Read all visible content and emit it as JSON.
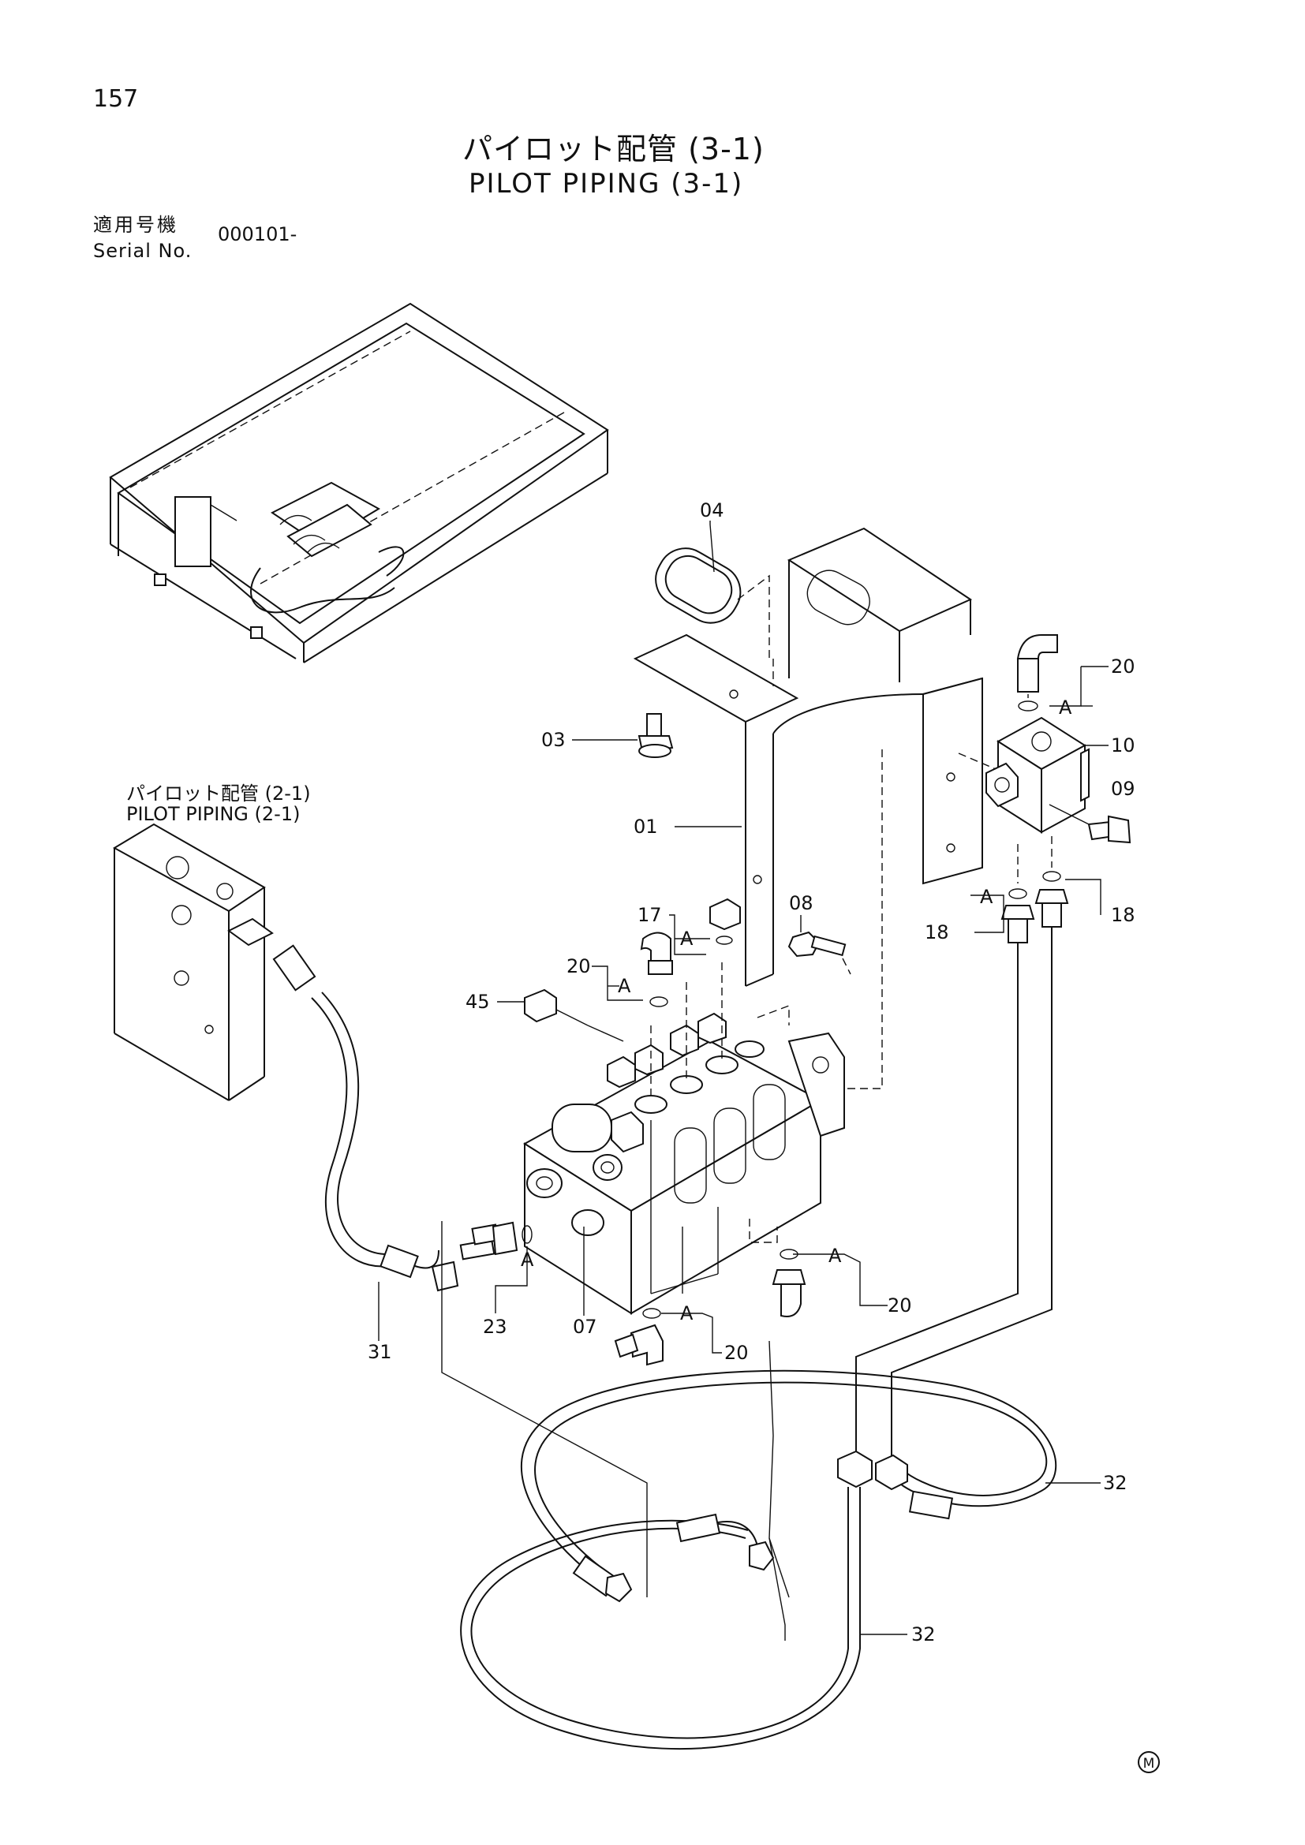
{
  "page": {
    "number": "157",
    "title_ja": "パイロット配管 (3-1)",
    "title_en": "PILOT PIPING (3-1)",
    "serial_label_ja": "適用号機",
    "serial_label_en": "Serial No.",
    "serial_value": "000101-",
    "mark": "M"
  },
  "reference": {
    "title_ja": "パイロット配管 (2-1)",
    "title_en": "PILOT PIPING (2-1)"
  },
  "callouts": [
    "04",
    "20",
    "A",
    "10",
    "03",
    "09",
    "01",
    "A",
    "18",
    "18",
    "08",
    "17",
    "A",
    "20",
    "A",
    "45",
    "A",
    "20",
    "23",
    "07",
    "31",
    "A",
    "20",
    "32",
    "32",
    "A",
    "20"
  ]
}
